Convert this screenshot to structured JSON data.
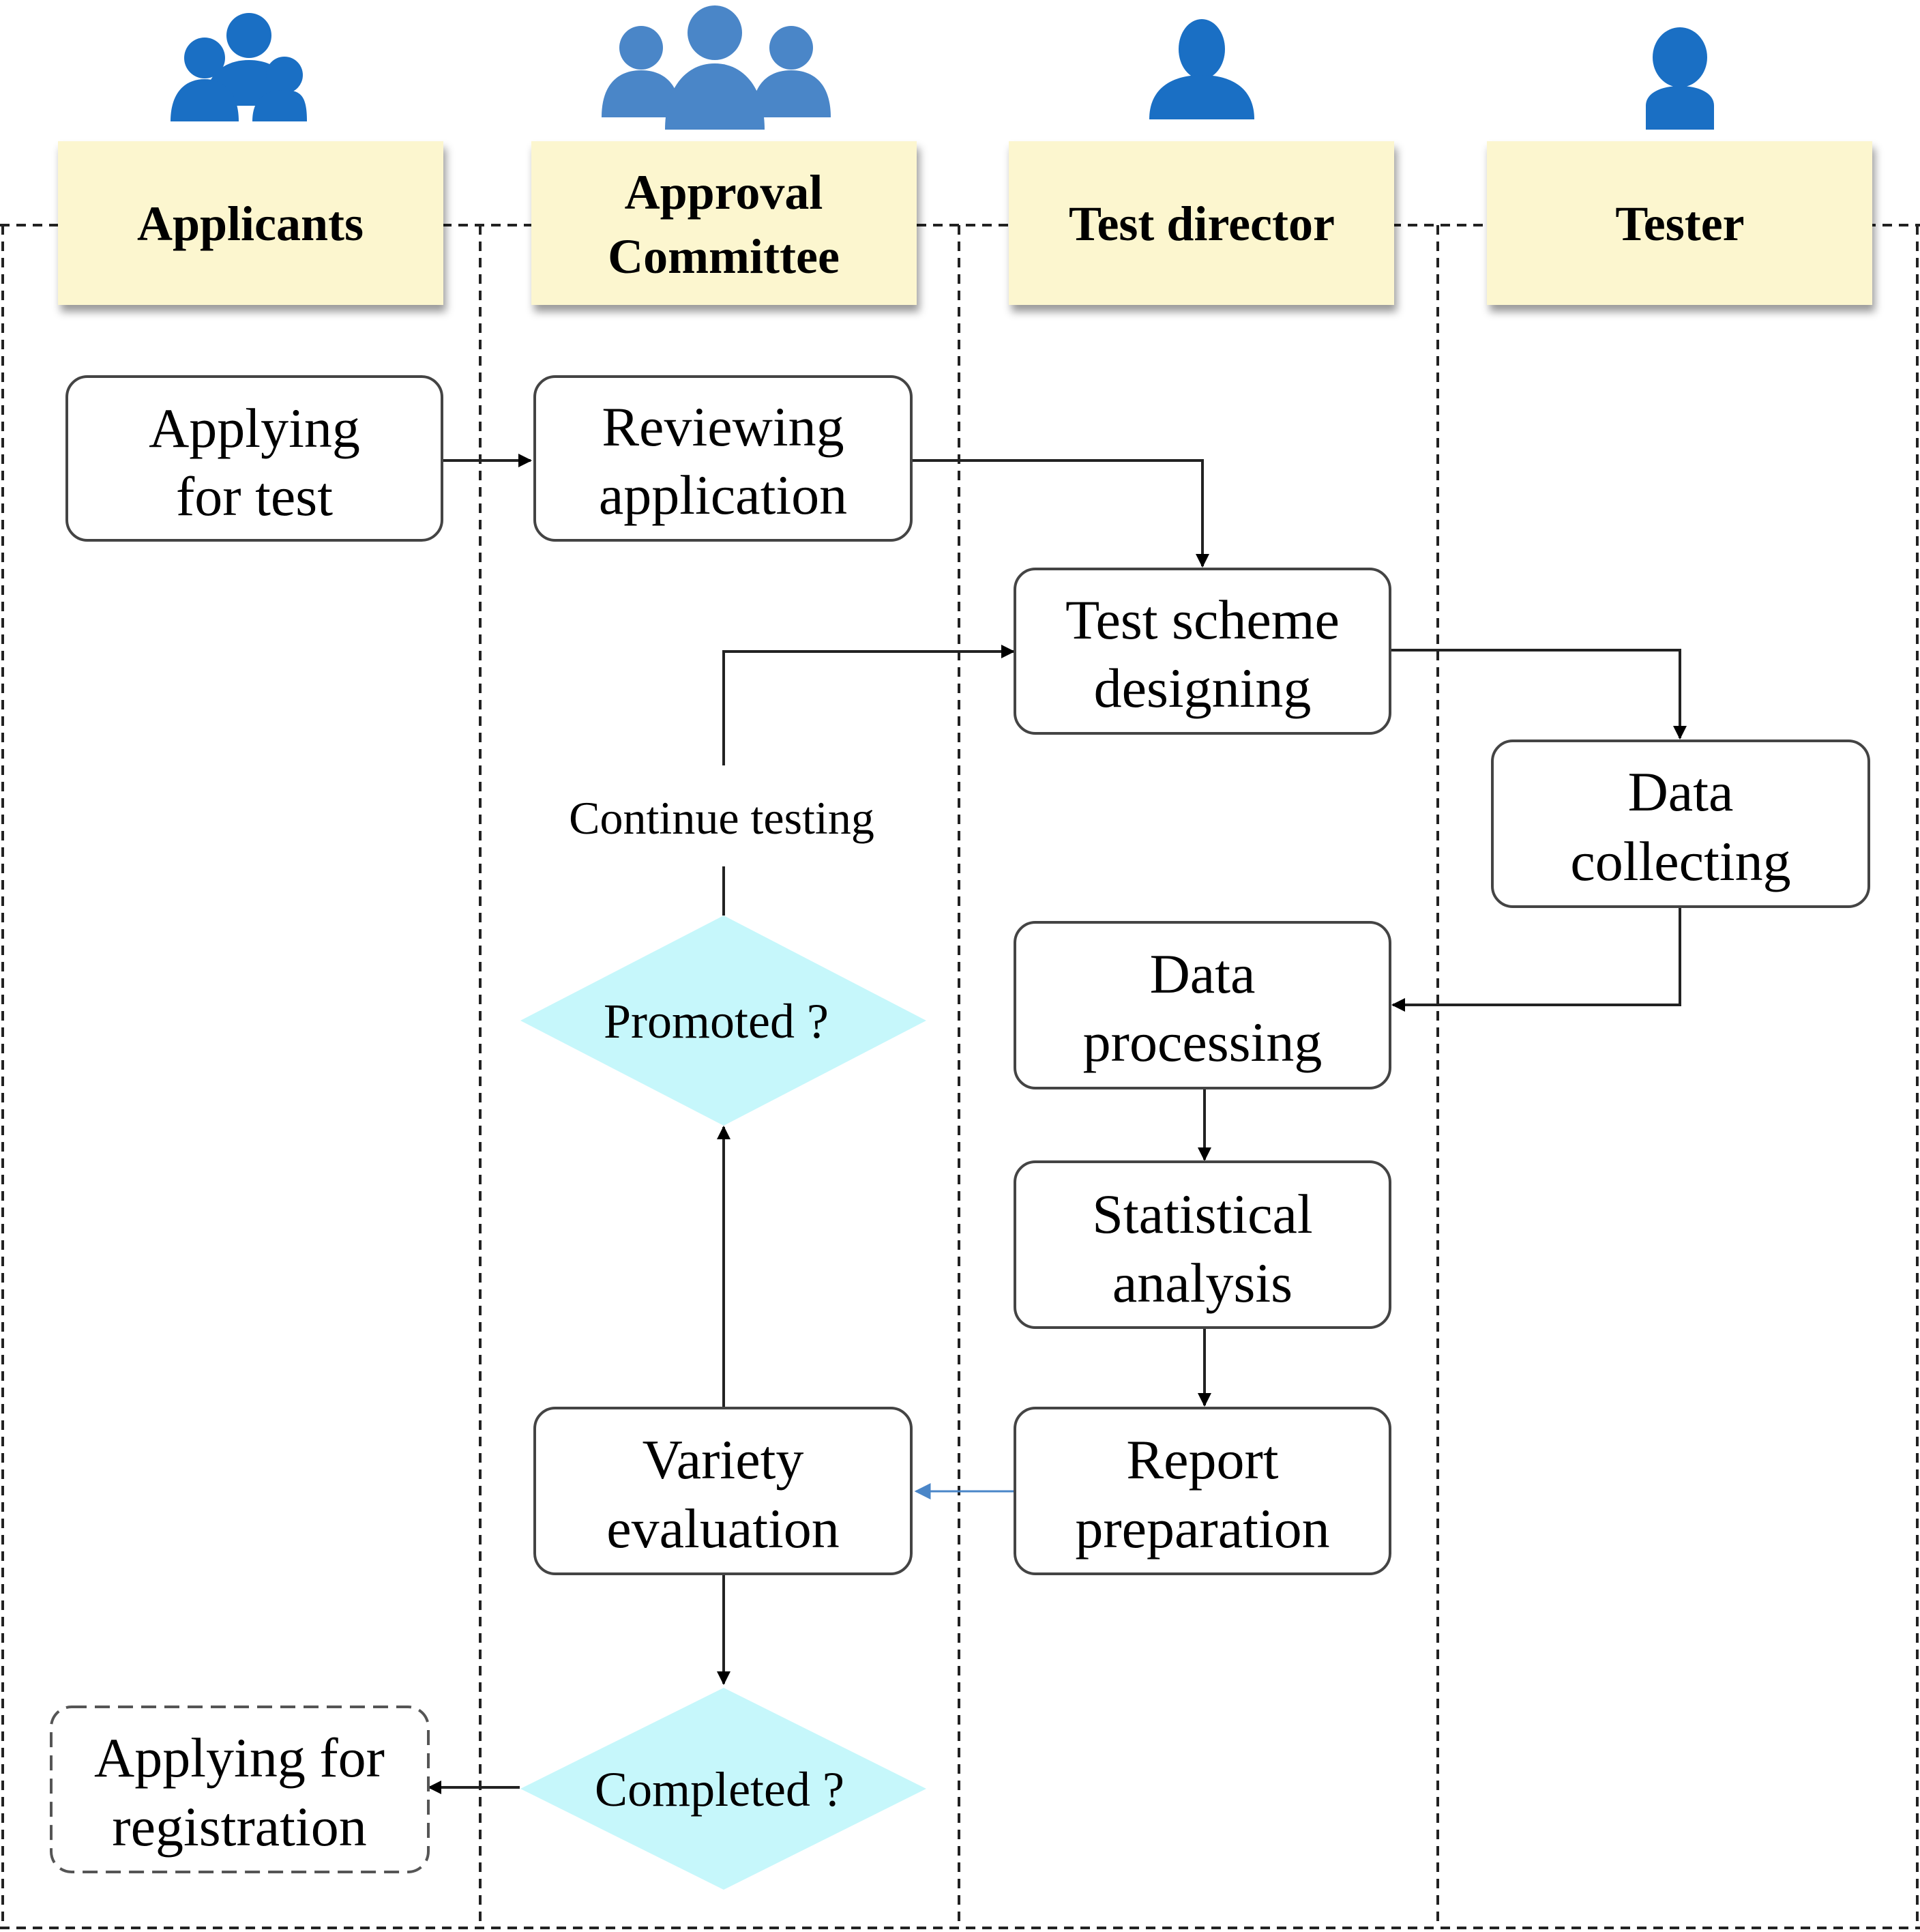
{
  "lanes": [
    {
      "title": [
        "Applicants"
      ],
      "icon": "group-people-icon"
    },
    {
      "title": [
        "Approval",
        "Committee"
      ],
      "icon": "committee-people-icon"
    },
    {
      "title": [
        "Test director"
      ],
      "icon": "person-icon"
    },
    {
      "title": [
        "Tester"
      ],
      "icon": "person-icon"
    }
  ],
  "nodes": {
    "applying_for_test": [
      "Applying",
      "for test"
    ],
    "reviewing_application": [
      "Reviewing",
      "application"
    ],
    "test_scheme_designing": [
      "Test scheme",
      "designing"
    ],
    "data_collecting": [
      "Data",
      "collecting"
    ],
    "data_processing": [
      "Data",
      "processing"
    ],
    "statistical_analysis": [
      "Statistical",
      "analysis"
    ],
    "report_preparation": [
      "Report",
      "preparation"
    ],
    "variety_evaluation": [
      "Variety",
      "evaluation"
    ],
    "applying_for_registration": [
      "Applying for",
      "registration"
    ]
  },
  "decisions": {
    "promoted": "Promoted ?",
    "completed": "Completed ?"
  },
  "edge_labels": {
    "continue_testing": "Continue testing"
  },
  "colors": {
    "icon_blue": "#1a6fc4",
    "committee_blue": "#4a86c8",
    "header_fill": "#fcf6cf",
    "decision_fill": "#c6f7fb",
    "blue_arrow": "#4a86c8",
    "line": "#222222"
  }
}
